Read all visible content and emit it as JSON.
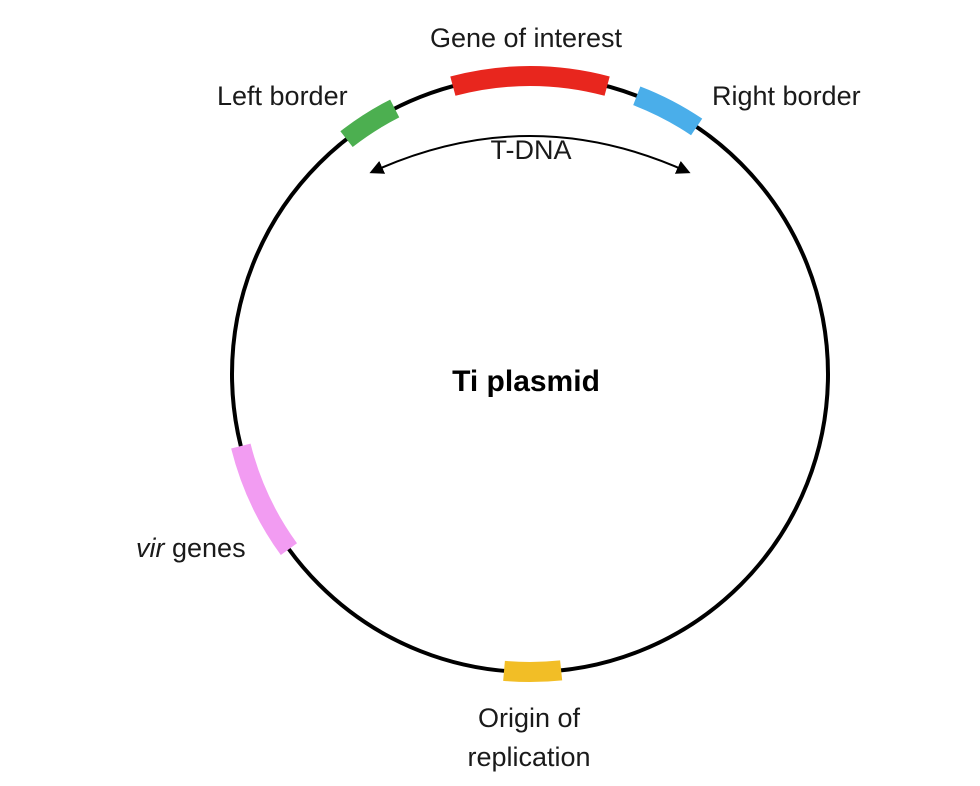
{
  "diagram": {
    "title": "Ti plasmid",
    "tdna_label": "T-DNA",
    "segments": [
      {
        "id": "gene-of-interest",
        "label": "Gene of interest",
        "color": "#e8261e"
      },
      {
        "id": "left-border",
        "label": "Left border",
        "color": "#4caf50"
      },
      {
        "id": "right-border",
        "label": "Right border",
        "color": "#4aaeea"
      },
      {
        "id": "vir-genes",
        "label_italic": "vir",
        "label_rest": " genes",
        "color": "#f29cf2"
      },
      {
        "id": "origin-of-replication",
        "label_line1": "Origin of",
        "label_line2": "replication",
        "color": "#f2be26"
      }
    ]
  }
}
